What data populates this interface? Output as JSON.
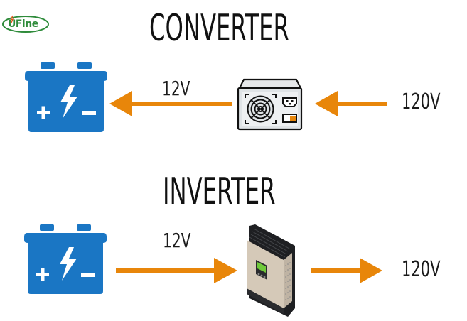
{
  "logo": {
    "text": "UFine",
    "color": "#2e8b3a",
    "accent": "#e8541a"
  },
  "colors": {
    "battery": "#1a76c4",
    "arrow": "#e8860a",
    "text": "#111111"
  },
  "sections": [
    {
      "title": "CONVERTER",
      "source_icon": "power-supply-icon",
      "target_icon": "battery-icon",
      "flow_direction": "right-to-left",
      "input_voltage": "120V",
      "output_voltage": "12V"
    },
    {
      "title": "INVERTER",
      "source_icon": "battery-icon",
      "target_icon": "inverter-icon",
      "flow_direction": "left-to-right",
      "input_voltage": "12V",
      "output_voltage": "120V"
    }
  ]
}
